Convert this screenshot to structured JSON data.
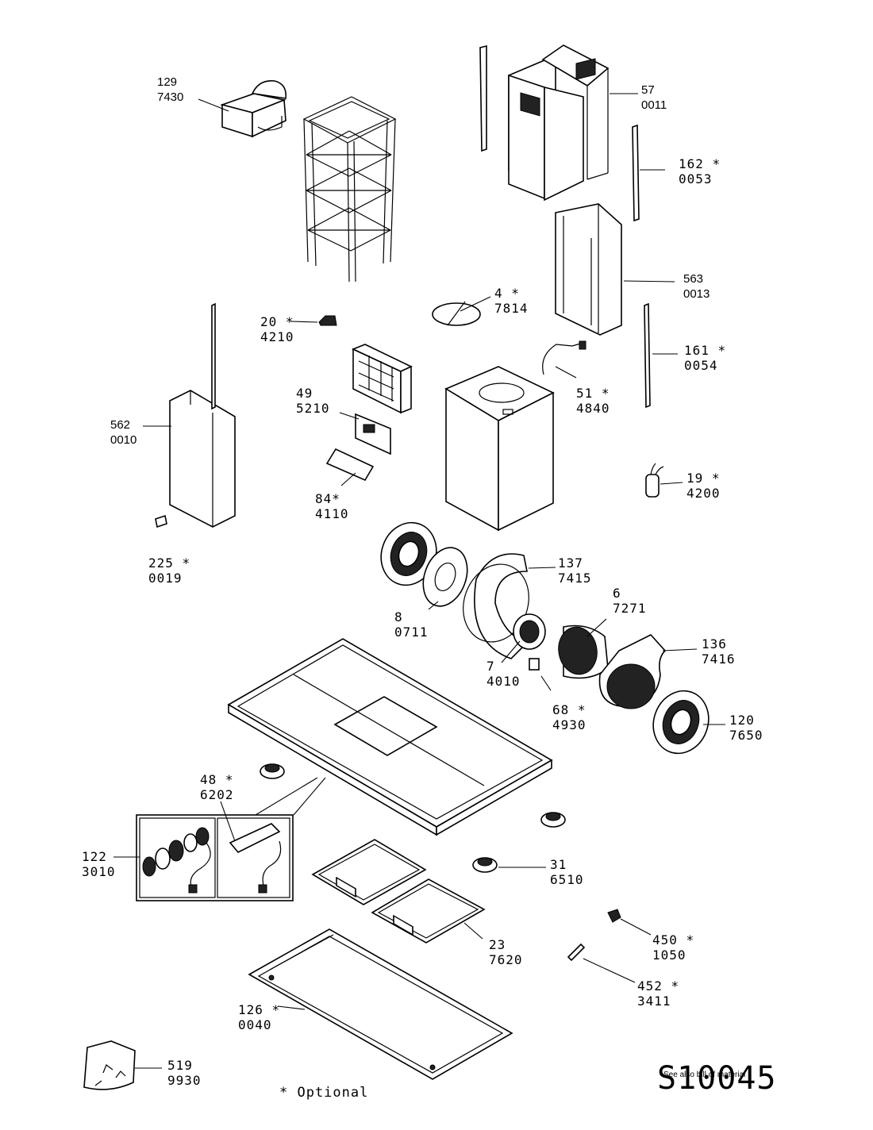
{
  "parts": [
    {
      "id": "p129",
      "num": "129",
      "code": "7430"
    },
    {
      "id": "p57",
      "num": "57",
      "code": "0011"
    },
    {
      "id": "p162",
      "num": "162 *",
      "code": "0053"
    },
    {
      "id": "p563",
      "num": "563",
      "code": "0013"
    },
    {
      "id": "p4",
      "num": "4 *",
      "code": "7814"
    },
    {
      "id": "p20",
      "num": "20 *",
      "code": "4210"
    },
    {
      "id": "p161",
      "num": "161 *",
      "code": "0054"
    },
    {
      "id": "p49",
      "num": "49",
      "code": "5210"
    },
    {
      "id": "p51",
      "num": "51 *",
      "code": "4840"
    },
    {
      "id": "p562",
      "num": "562",
      "code": "0010"
    },
    {
      "id": "p19",
      "num": "19 *",
      "code": "4200"
    },
    {
      "id": "p84",
      "num": "84*",
      "code": "4110"
    },
    {
      "id": "p225",
      "num": "225 *",
      "code": "0019"
    },
    {
      "id": "p137",
      "num": "137",
      "code": "7415"
    },
    {
      "id": "p6",
      "num": "6",
      "code": "7271"
    },
    {
      "id": "p8",
      "num": "8",
      "code": "0711"
    },
    {
      "id": "p136",
      "num": "136",
      "code": "7416"
    },
    {
      "id": "p7",
      "num": "7",
      "code": "4010"
    },
    {
      "id": "p68",
      "num": "68 *",
      "code": "4930"
    },
    {
      "id": "p120",
      "num": "120",
      "code": "7650"
    },
    {
      "id": "p48",
      "num": "48 *",
      "code": "6202"
    },
    {
      "id": "p122",
      "num": "122",
      "code": "3010"
    },
    {
      "id": "p31",
      "num": "31",
      "code": "6510"
    },
    {
      "id": "p450",
      "num": "450 *",
      "code": "1050"
    },
    {
      "id": "p23",
      "num": "23",
      "code": "7620"
    },
    {
      "id": "p452",
      "num": "452 *",
      "code": "3411"
    },
    {
      "id": "p126",
      "num": "126 *",
      "code": "0040"
    },
    {
      "id": "p519",
      "num": "519",
      "code": "9930"
    }
  ],
  "footer": {
    "optional_note": "* Optional",
    "diagram_code": "S10045",
    "see_also": "See also bill of material"
  }
}
